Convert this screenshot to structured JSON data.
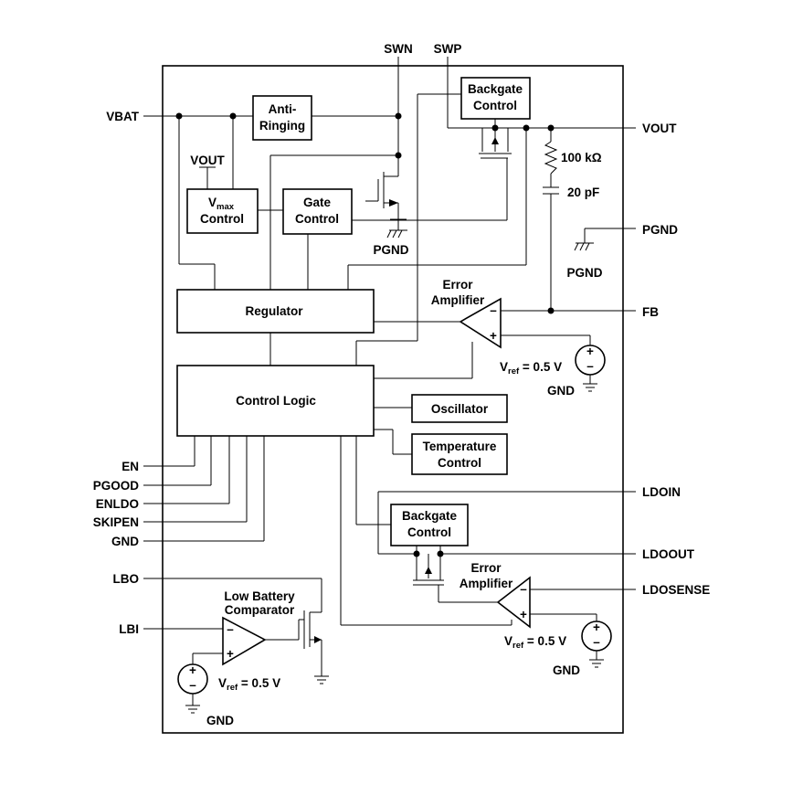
{
  "pins": {
    "vbat": "VBAT",
    "swn": "SWN",
    "swp": "SWP",
    "vout": "VOUT",
    "pgnd": "PGND",
    "fb": "FB",
    "en": "EN",
    "pgood": "PGOOD",
    "enldo": "ENLDO",
    "skipen": "SKIPEN",
    "gnd": "GND",
    "ldoin": "LDOIN",
    "ldoout": "LDOOUT",
    "ldosense": "LDOSENSE",
    "lbo": "LBO",
    "lbi": "LBI"
  },
  "blocks": {
    "anti_ringing": [
      "Anti-",
      "Ringing"
    ],
    "backgate_top": [
      "Backgate",
      "Control"
    ],
    "vmax_main": "V",
    "vmax_sub": "max",
    "vmax_line2": "Control",
    "gate_control": [
      "Gate",
      "Control"
    ],
    "regulator": "Regulator",
    "control_logic": "Control Logic",
    "oscillator": "Oscillator",
    "temperature_control": [
      "Temperature",
      "Control"
    ],
    "backgate_ldo": [
      "Backgate",
      "Control"
    ]
  },
  "labels": {
    "vout_internal": "VOUT",
    "pgnd_gate": "PGND",
    "pgnd_right": "PGND",
    "resistor": "100 kΩ",
    "capacitor": "20 pF",
    "error_amp_top": [
      "Error",
      "Amplifier"
    ],
    "error_amp_ldo": [
      "Error",
      "Amplifier"
    ],
    "low_battery": [
      "Low Battery",
      "Comparator"
    ],
    "vref_main": "V",
    "vref_sub": "ref",
    "vref_value": " = 0.5 V",
    "gnd": "GND",
    "plus": "+",
    "minus": "–"
  }
}
